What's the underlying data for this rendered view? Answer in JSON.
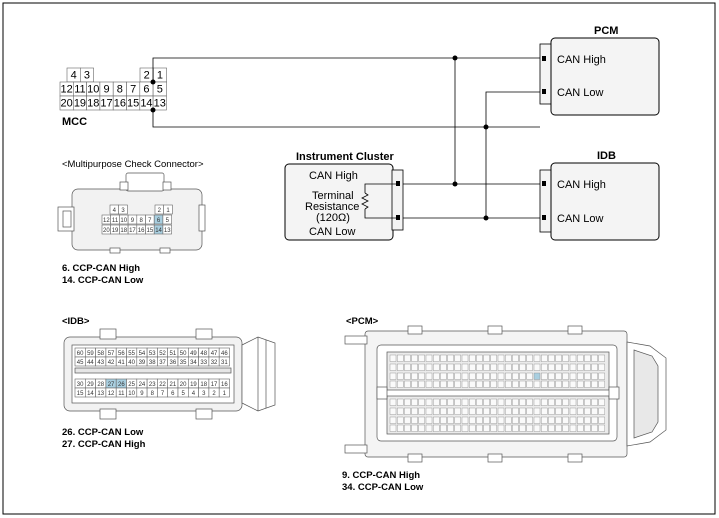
{
  "mcc": {
    "label": "MCC",
    "row0": [
      "4",
      "3",
      "",
      "",
      "2",
      "1"
    ],
    "row1": [
      "12",
      "11",
      "10",
      "9",
      "8",
      "7",
      "6",
      "5"
    ],
    "row2": [
      "20",
      "19",
      "18",
      "17",
      "16",
      "15",
      "14",
      "13"
    ]
  },
  "multipurpose": {
    "title": "<Multipurpose Check Connector>",
    "row0": [
      "4",
      "3",
      "2",
      "1"
    ],
    "row1": [
      "12",
      "11",
      "10",
      "9",
      "8",
      "7",
      "6",
      "5"
    ],
    "row2": [
      "20",
      "19",
      "18",
      "17",
      "16",
      "15",
      "14",
      "13"
    ],
    "note1": "6. CCP-CAN High",
    "note2": "14. CCP-CAN Low"
  },
  "pcm_box": {
    "title": "PCM",
    "can_high": "CAN High",
    "can_low": "CAN Low"
  },
  "idb_box": {
    "title": "IDB",
    "can_high": "CAN High",
    "can_low": "CAN Low"
  },
  "cluster": {
    "title": "Instrument Cluster",
    "can_high": "CAN High",
    "can_low": "CAN Low",
    "resistor_line1": "Terminal",
    "resistor_line2": "Resistance",
    "resistor_line3": "(120Ω)"
  },
  "idb_conn": {
    "title": "<IDB>",
    "row1": [
      "60",
      "59",
      "58",
      "57",
      "56",
      "55",
      "54",
      "53",
      "52",
      "51",
      "50",
      "49",
      "48",
      "47",
      "46"
    ],
    "row2": [
      "45",
      "44",
      "43",
      "42",
      "41",
      "40",
      "39",
      "38",
      "37",
      "36",
      "35",
      "34",
      "33",
      "32",
      "31"
    ],
    "row3": [
      "30",
      "29",
      "28",
      "27",
      "26",
      "25",
      "24",
      "23",
      "22",
      "21",
      "20",
      "19",
      "18",
      "17",
      "16"
    ],
    "row4": [
      "15",
      "14",
      "13",
      "12",
      "11",
      "10",
      "9",
      "8",
      "7",
      "6",
      "5",
      "4",
      "3",
      "2",
      "1"
    ],
    "note1": "26. CCP-CAN Low",
    "note2": "27. CCP-CAN High"
  },
  "pcm_conn": {
    "title": "<PCM>",
    "note1": "9. CCP-CAN High",
    "note2": "34. CCP-CAN Low"
  },
  "colors": {
    "highlight": "#a9cfe0",
    "box_fill": "#f4f4f4",
    "line": "#000000"
  }
}
